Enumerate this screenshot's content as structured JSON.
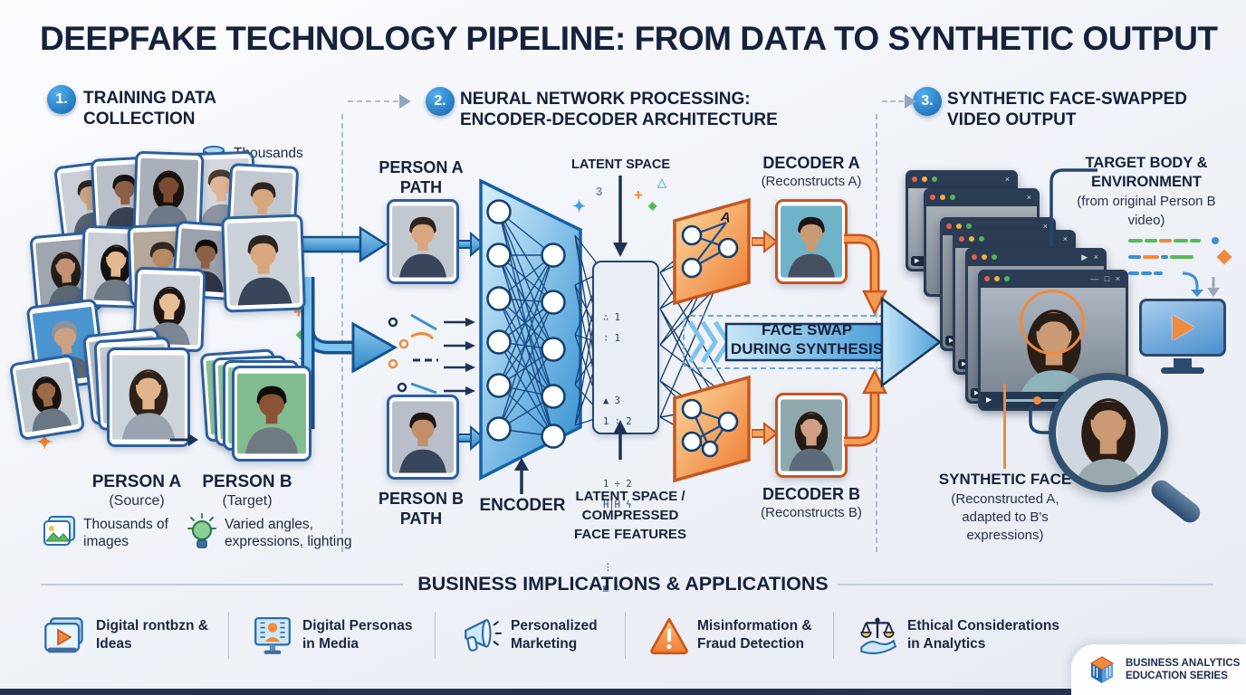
{
  "title": "DEEPFAKE TECHNOLOGY PIPELINE: FROM DATA TO SYNTHETIC OUTPUT",
  "steps": {
    "one": {
      "num": "1.",
      "line1": "TRAINING DATA",
      "line2": "COLLECTION"
    },
    "two": {
      "num": "2.",
      "line1": "NEURAL NETWORK PROCESSING:",
      "line2": "ENCODER-DECODER ARCHITECTURE"
    },
    "three": {
      "num": "3.",
      "line1": "SYNTHETIC FACE-SWAPPED",
      "line2": "VIDEO OUTPUT"
    }
  },
  "collection": {
    "db_note": "Thousands of images",
    "person_a": "PERSON A",
    "person_a_sub": "(Source)",
    "person_b": "PERSON B",
    "person_b_sub": "(Target)",
    "legend_images": "Thousands of images",
    "legend_varied": "Varied angles, expressions, lighting"
  },
  "network": {
    "person_a_path": "PERSON A PATH",
    "person_b_path": "PERSON B PATH",
    "encoder": "ENCODER",
    "latent_space": "LATENT SPACE",
    "latent_sub1": "LATENT SPACE /",
    "latent_sub2": "COMPRESSED",
    "latent_sub3": "FACE FEATURES",
    "decoder_a": "DECODER A",
    "decoder_a_sub": "(Reconstructs A)",
    "decoder_a_mark": "A",
    "decoder_b": "DECODER B",
    "decoder_b_sub": "(Reconstructs B)",
    "swap1": "FACE SWAP",
    "swap2": "DURING SYNTHESIS",
    "scatter_num": "3",
    "latent_rows": [
      "∴ 1",
      "∶ 1",
      "▲ 3",
      "1 ∶ 2",
      "1 ÷ 2",
      "H|H ϟ",
      "⋮",
      "▣ ∴"
    ]
  },
  "output": {
    "target1": "TARGET BODY &",
    "target2": "ENVIRONMENT",
    "target_sub": "(from original Person B video)",
    "synthetic": "SYNTHETIC FACE",
    "synthetic_sub": "(Reconstructed A, adapted to B's expressions)",
    "win": {
      "play": "▶",
      "close": "×",
      "min": "—",
      "max": "□",
      "dots": "⋮"
    }
  },
  "bottom": {
    "heading": "BUSINESS IMPLICATIONS & APPLICATIONS",
    "items": [
      {
        "icon": "video-card-icon",
        "line1": "Digital rontbzn &",
        "line2": "Ideas"
      },
      {
        "icon": "persona-monitor-icon",
        "line1": "Digital Personas",
        "line2": "in Media"
      },
      {
        "icon": "megaphone-icon",
        "line1": "Personalized",
        "line2": "Marketing"
      },
      {
        "icon": "warning-triangle-icon",
        "line1": "Misinformation &",
        "line2": "Fraud Detection"
      },
      {
        "icon": "scales-icon",
        "line1": "Ethical Considerations",
        "line2": "in Analytics"
      }
    ],
    "badge_line1": "BUSINESS ANALYTICS",
    "badge_line2": "EDUCATION SERIES"
  },
  "colors": {
    "navy": "#17243e",
    "blue": "#1779c4",
    "light_blue": "#7cc0ea",
    "orange": "#ef7f35",
    "green": "#58b957",
    "bg": "#f2f5f8"
  }
}
